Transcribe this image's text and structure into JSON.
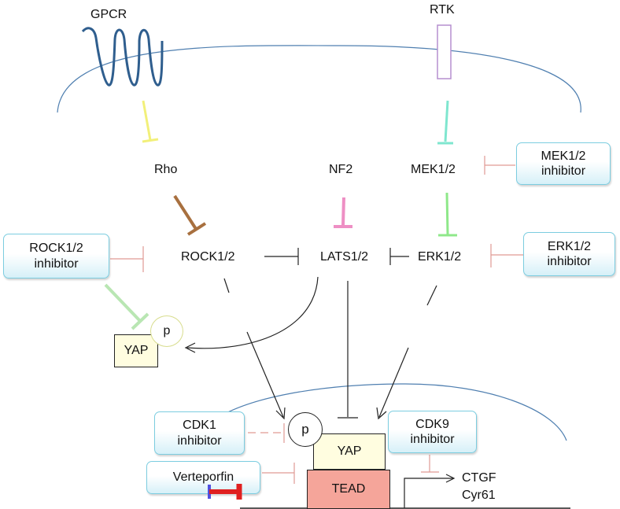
{
  "receptors": {
    "gpcr": "GPCR",
    "rtk": "RTK"
  },
  "nodes": {
    "rho": "Rho",
    "nf2": "NF2",
    "mek": "MEK1/2",
    "rock": "ROCK1/2",
    "lats": "LATS1/2",
    "erk": "ERK1/2",
    "yap_cytoplasm": "YAP",
    "yap_nucleus": "YAP",
    "tead": "TEAD",
    "phospho_cytoplasm": "p",
    "phospho_nucleus": "p"
  },
  "inhibitors": {
    "mek": {
      "line1": "MEK1/2",
      "line2": "inhibitor"
    },
    "rock": {
      "line1": "ROCK1/2",
      "line2": "inhibitor"
    },
    "erk": {
      "line1": "ERK1/2",
      "line2": "inhibitor"
    },
    "cdk1": {
      "line1": "CDK1",
      "line2": "inhibitor"
    },
    "cdk9": {
      "line1": "CDK9",
      "line2": "inhibitor"
    },
    "verteporfin": "Verteporfin"
  },
  "targets": {
    "gene1": "CTGF",
    "gene2": "Cyr61"
  },
  "colors": {
    "rho_edge": "#f2f07a",
    "rtk_edge": "#7fe6cf",
    "rock_edge": "#a8703f",
    "nf2_edge": "#ee8fc4",
    "erk_edge": "#8fe88a",
    "rock_inhibitor_yap_edge": "#b9e6b3",
    "inhibitor_line": "#e09a94",
    "membrane": "#4f7fb0",
    "gpcr": "#2f5e8e",
    "rtk": "#b58fcf",
    "tead_fill": "#f5a59a",
    "yap_fill": "#fffde0",
    "inhibitor_box_border": "#7ccde0",
    "verteporfin_bar": "#e02020"
  }
}
